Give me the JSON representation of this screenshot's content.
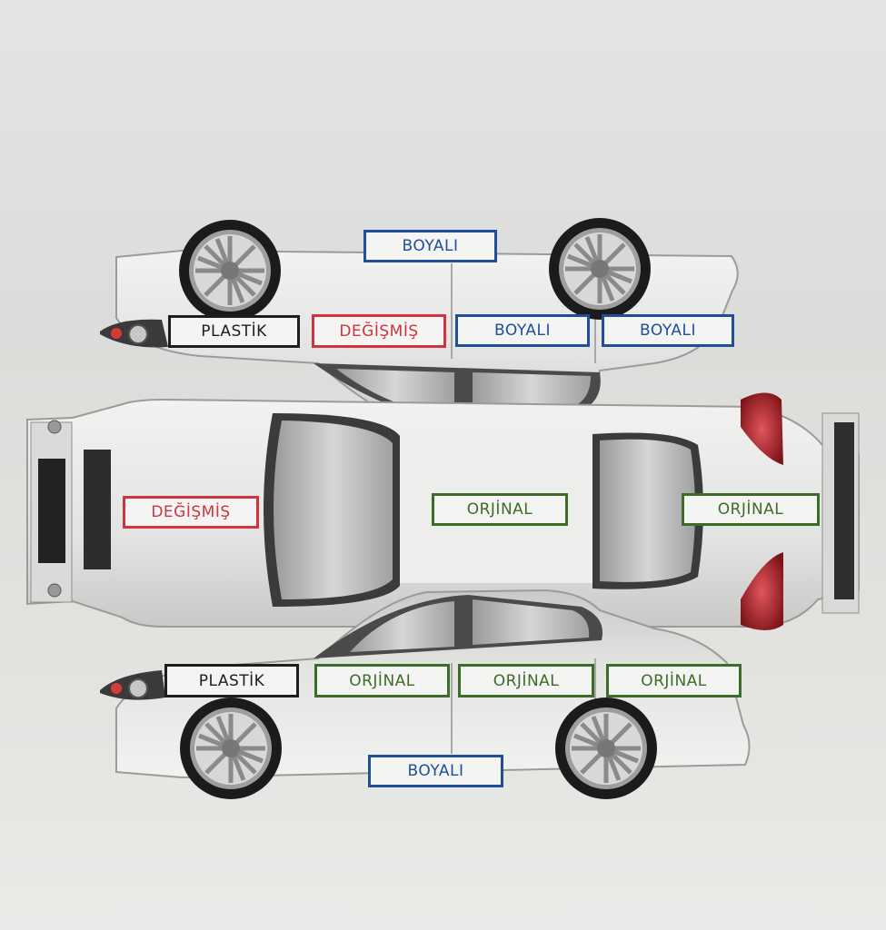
{
  "colors": {
    "plastik": "#1e1e1e",
    "boyali": "#1e4f98",
    "degismis": "#d0343f",
    "orjinal": "#3d6b2a"
  },
  "top_side_view": {
    "roof_panel": "BOYALI",
    "front_bumper": "PLASTİK",
    "front_fender": "DEĞİŞMİŞ",
    "front_door": "BOYALI",
    "rear_door": "BOYALI"
  },
  "top_view": {
    "hood": "DEĞİŞMİŞ",
    "roof": "ORJİNAL",
    "trunk": "ORJİNAL"
  },
  "bottom_side_view": {
    "front_bumper": "PLASTİK",
    "front_fender": "ORJİNAL",
    "front_door": "ORJİNAL",
    "rear_door": "ORJİNAL",
    "rocker_panel": "BOYALI"
  }
}
